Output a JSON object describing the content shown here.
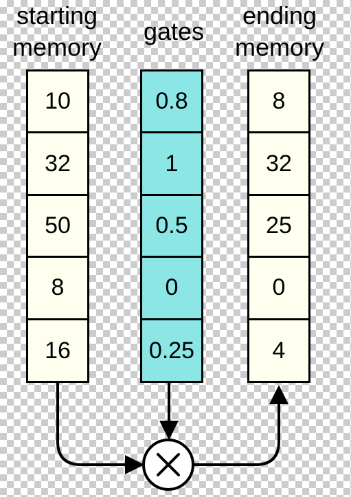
{
  "colors": {
    "memory_fill": "#fffff0",
    "gate_fill": "#8ce6e6",
    "stroke": "#000000"
  },
  "columns": {
    "starting": {
      "title": "starting\nmemory",
      "values": [
        "10",
        "32",
        "50",
        "8",
        "16"
      ]
    },
    "gates": {
      "title": "gates",
      "values": [
        "0.8",
        "1",
        "0.5",
        "0",
        "0.25"
      ]
    },
    "ending": {
      "title": "ending\nmemory",
      "values": [
        "8",
        "32",
        "25",
        "0",
        "4"
      ]
    }
  },
  "operator": {
    "symbol": "multiply-icon"
  }
}
